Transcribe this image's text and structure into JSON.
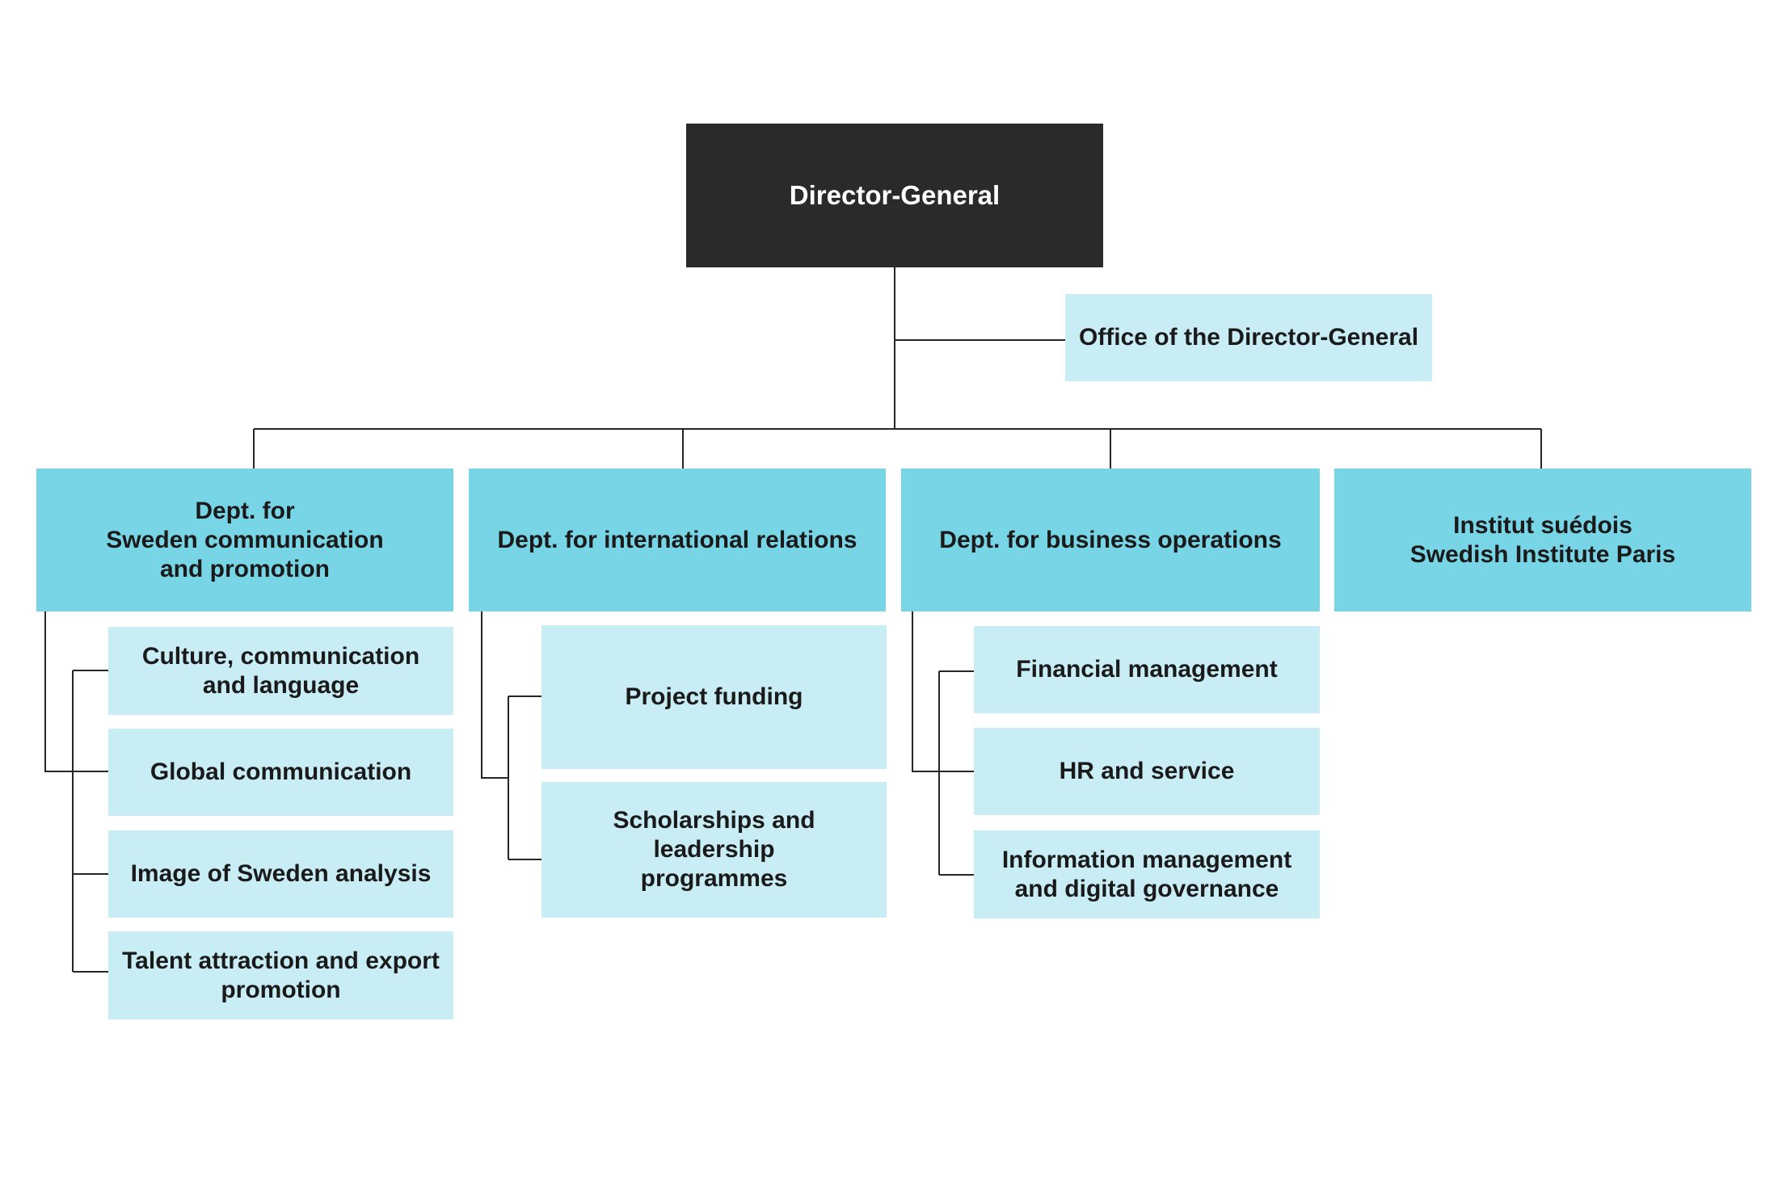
{
  "colors": {
    "top_box": "#2a2a2a",
    "department_box": "#78d5e6",
    "unit_box": "#c9edf5",
    "connector": "#262626"
  },
  "director": {
    "label": "Director-General"
  },
  "office": {
    "label": "Office of the Director-General"
  },
  "departments": [
    {
      "label": "Dept.  for\nSweden communication\nand promotion",
      "units": [
        "Culture, communication\nand language",
        "Global communication",
        "Image of Sweden analysis",
        "Talent attraction and export\npromotion"
      ]
    },
    {
      "label": "Dept. for international relations",
      "units": [
        "Project funding",
        "Scholarships and leadership\nprogrammes"
      ]
    },
    {
      "label": "Dept. for business operations",
      "units": [
        "Financial management",
        "HR and service",
        "Information management\nand digital governance"
      ]
    },
    {
      "label": "Institut suédois\nSwedish Institute Paris",
      "units": []
    }
  ]
}
